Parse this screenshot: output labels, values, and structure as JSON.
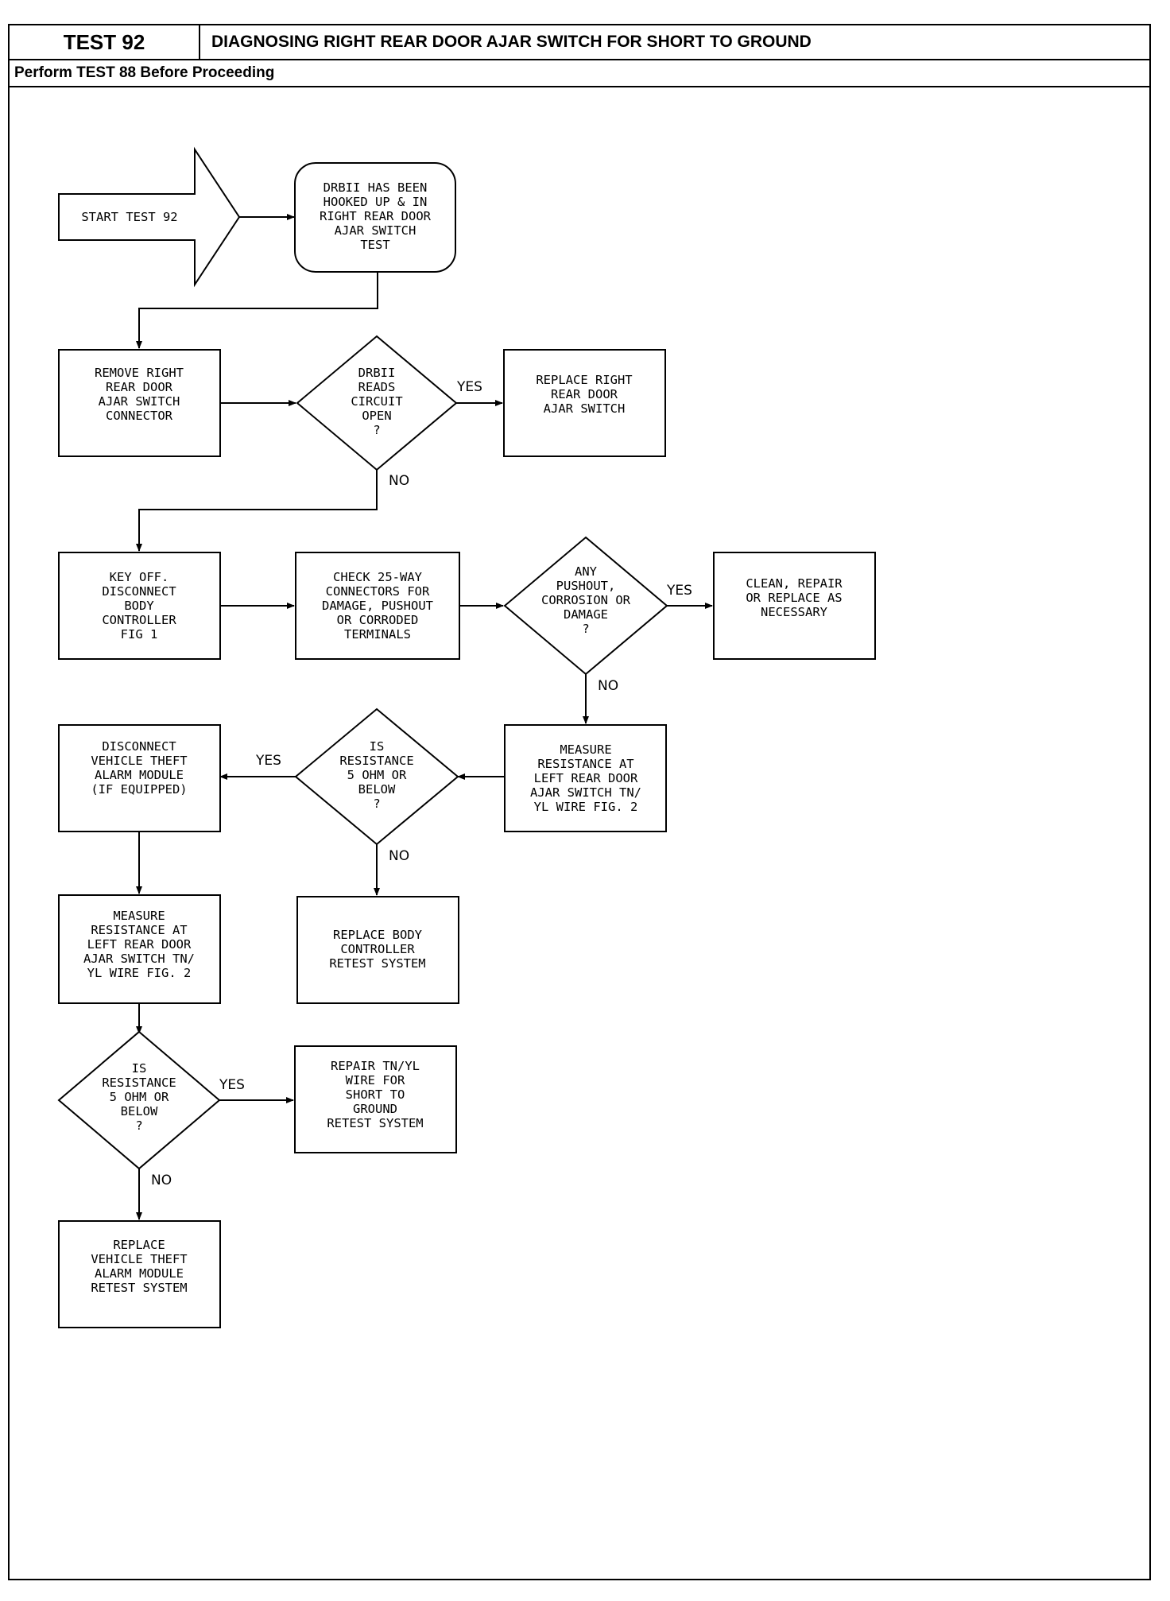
{
  "header": {
    "test_number": "TEST 92",
    "title": "DIAGNOSING RIGHT REAR DOOR AJAR SWITCH FOR SHORT TO GROUND",
    "prerequisite": "Perform TEST 88 Before Proceeding"
  },
  "nodes": [
    {
      "id": "start",
      "lines": [
        "START TEST 92"
      ]
    },
    {
      "id": "drbii_hooked",
      "lines": [
        "DRBII HAS BEEN",
        "HOOKED UP & IN",
        "RIGHT REAR DOOR",
        "AJAR SWITCH",
        "TEST"
      ]
    },
    {
      "id": "remove_connector",
      "lines": [
        "REMOVE RIGHT",
        "REAR DOOR",
        "AJAR SWITCH",
        "CONNECTOR"
      ]
    },
    {
      "id": "reads_open",
      "lines": [
        "DRBII",
        "READS",
        "CIRCUIT",
        "OPEN",
        "?"
      ]
    },
    {
      "id": "replace_switch",
      "lines": [
        "REPLACE RIGHT",
        "REAR DOOR",
        "AJAR SWITCH"
      ]
    },
    {
      "id": "key_off",
      "lines": [
        "KEY OFF.",
        "DISCONNECT",
        "BODY",
        "CONTROLLER",
        "FIG 1"
      ]
    },
    {
      "id": "check_25way",
      "lines": [
        "CHECK 25-WAY",
        "CONNECTORS FOR",
        "DAMAGE, PUSHOUT",
        "OR CORRODED",
        "TERMINALS"
      ]
    },
    {
      "id": "any_damage",
      "lines": [
        "ANY",
        "PUSHOUT,",
        "CORROSION OR",
        "DAMAGE",
        "?"
      ]
    },
    {
      "id": "clean_repair",
      "lines": [
        "CLEAN, REPAIR",
        "OR REPLACE AS",
        "NECESSARY"
      ]
    },
    {
      "id": "measure_1",
      "lines": [
        "MEASURE",
        "RESISTANCE AT",
        "LEFT REAR DOOR",
        "AJAR SWITCH TN/",
        "YL WIRE FIG. 2"
      ]
    },
    {
      "id": "resist_1",
      "lines": [
        "IS",
        "RESISTANCE",
        "5 OHM OR",
        "BELOW",
        "?"
      ]
    },
    {
      "id": "disconnect_vta",
      "lines": [
        "DISCONNECT",
        "VEHICLE THEFT",
        "ALARM MODULE",
        "(IF EQUIPPED)"
      ]
    },
    {
      "id": "replace_body",
      "lines": [
        "REPLACE BODY",
        "CONTROLLER",
        "RETEST SYSTEM"
      ]
    },
    {
      "id": "measure_2",
      "lines": [
        "MEASURE",
        "RESISTANCE AT",
        "LEFT REAR DOOR",
        "AJAR SWITCH TN/",
        "YL WIRE FIG. 2"
      ]
    },
    {
      "id": "resist_2",
      "lines": [
        "IS",
        "RESISTANCE",
        "5 OHM OR",
        "BELOW",
        "?"
      ]
    },
    {
      "id": "repair_wire",
      "lines": [
        "REPAIR TN/YL",
        "WIRE FOR",
        "SHORT TO",
        "GROUND",
        "RETEST SYSTEM"
      ]
    },
    {
      "id": "replace_vta",
      "lines": [
        "REPLACE",
        "VEHICLE THEFT",
        "ALARM MODULE",
        "RETEST SYSTEM"
      ]
    }
  ],
  "edge_labels": {
    "yes": "YES",
    "no": "NO"
  }
}
